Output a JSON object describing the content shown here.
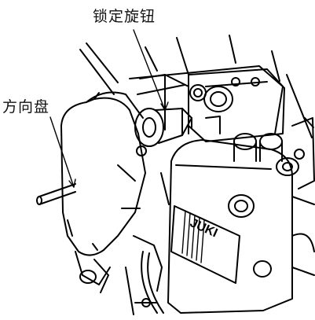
{
  "labels": {
    "lock_knob": "锁定旋钮",
    "handwheel": "方向盘"
  },
  "illustration": {
    "brand": "JUKI",
    "style": "line-art",
    "ink_color": "#000000",
    "paper_color": "#ffffff"
  }
}
